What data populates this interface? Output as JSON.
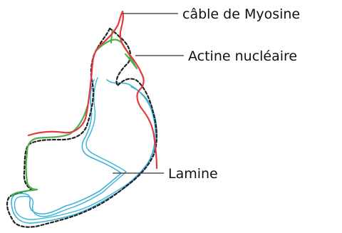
{
  "labels": {
    "myosin": "câble de Myosine",
    "actin": "Actine nucléaire",
    "lamin": "Lamine"
  },
  "colors": {
    "myosin": "#e23a3f",
    "actin": "#4db04a",
    "lamin": "#3bb3d8",
    "outline": "#222222",
    "leader": "#333333"
  }
}
